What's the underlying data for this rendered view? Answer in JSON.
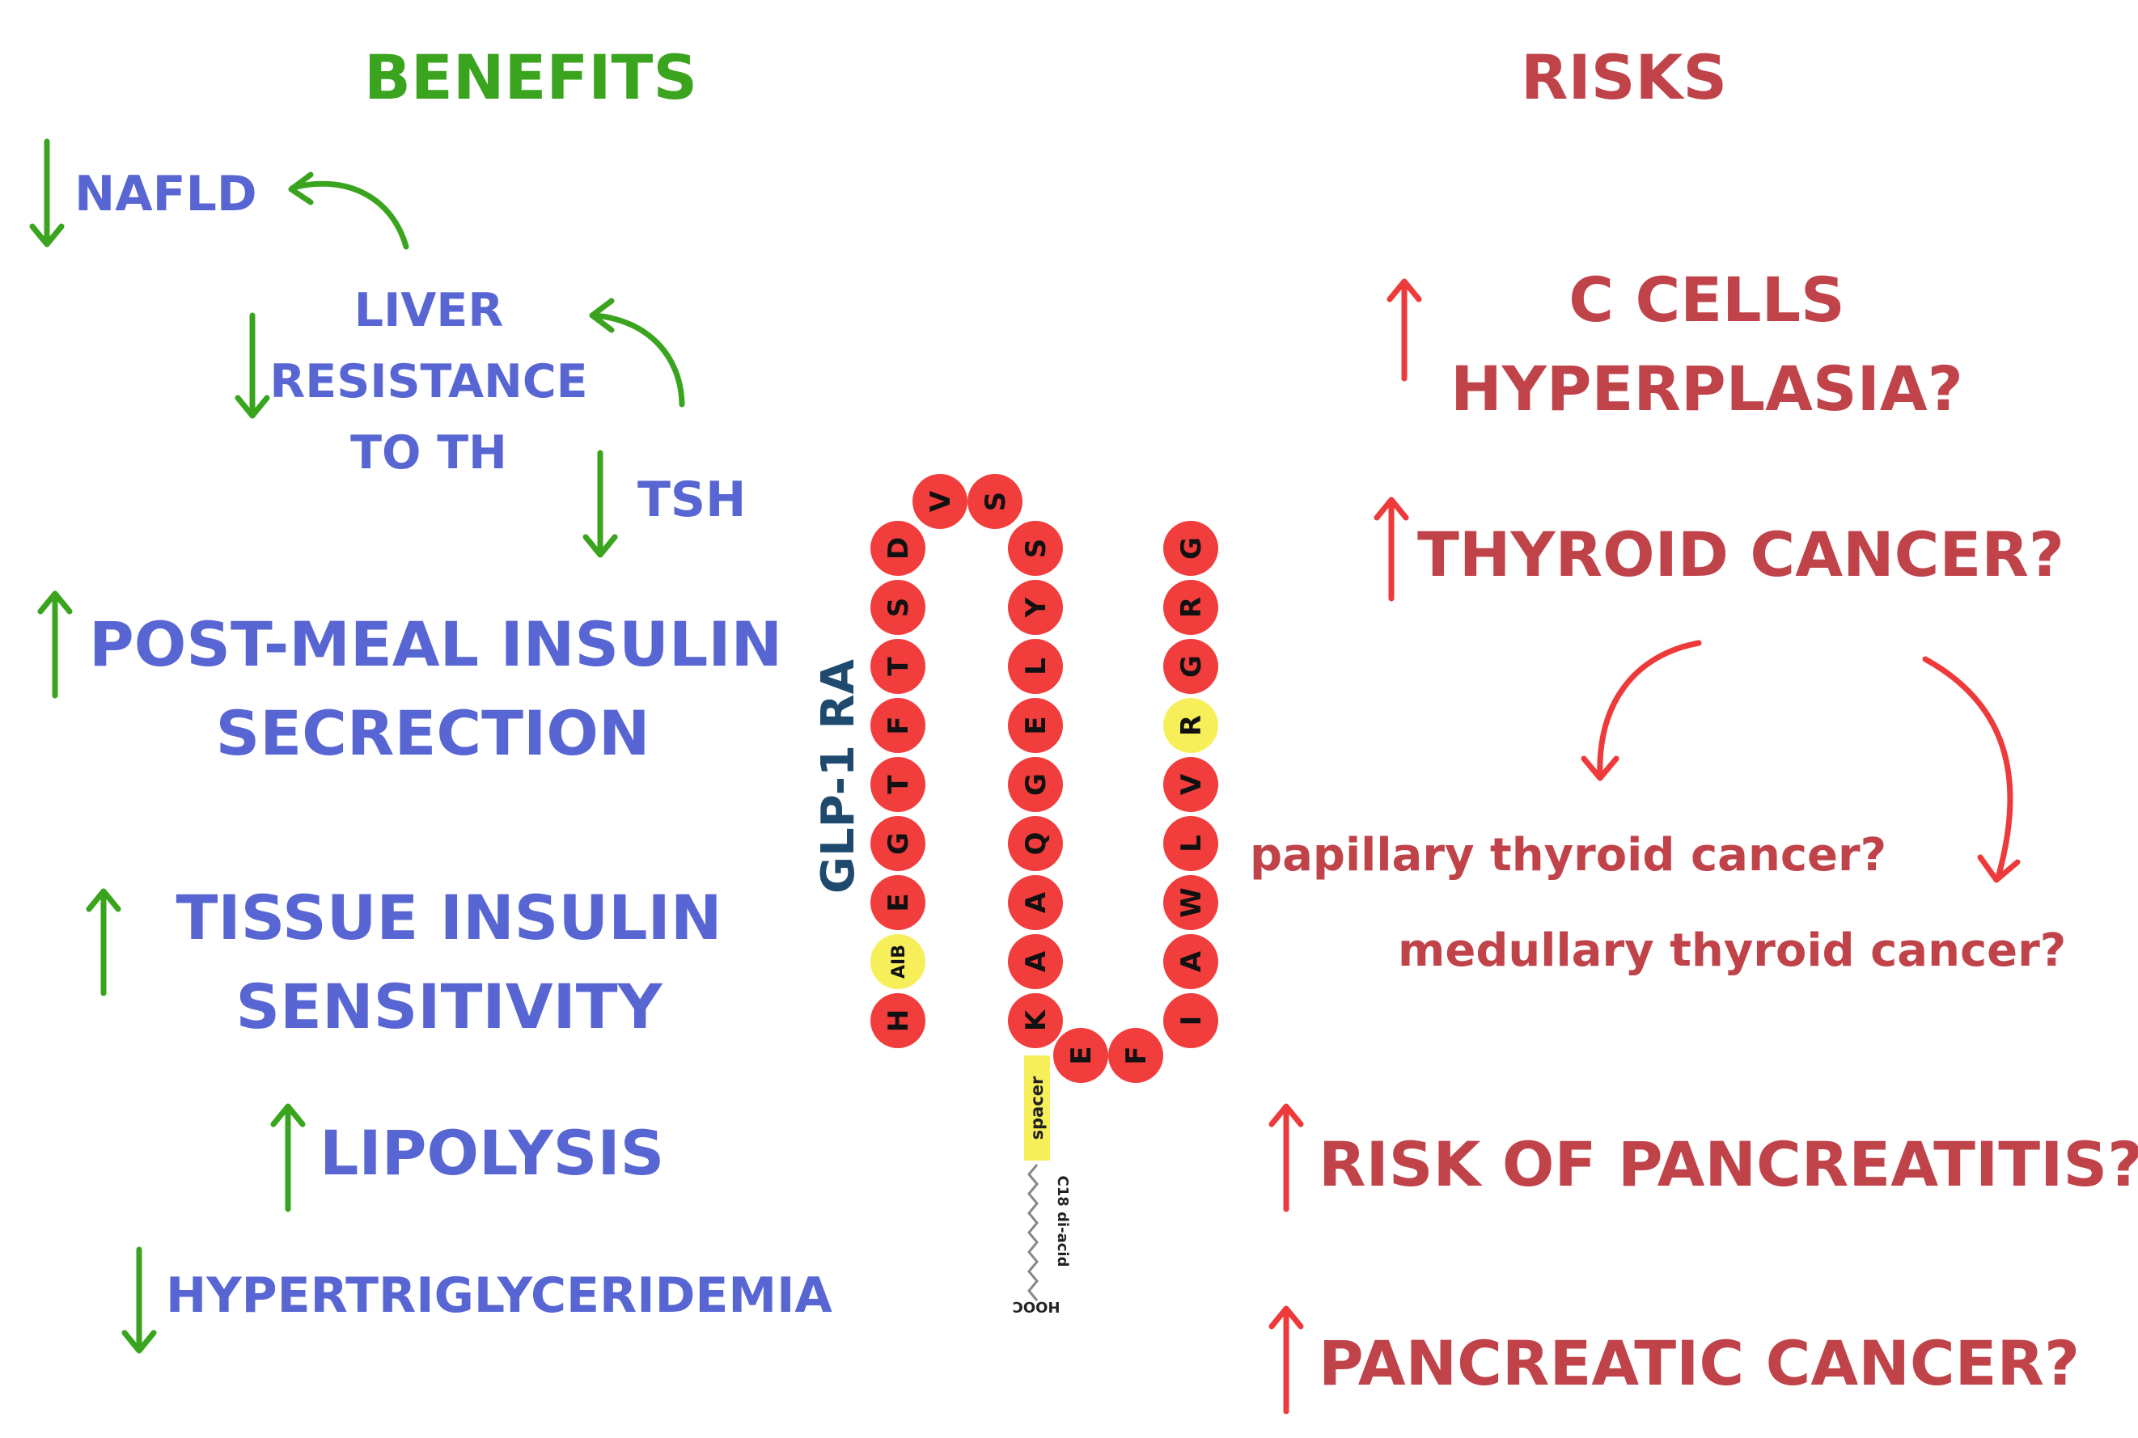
{
  "benefits": {
    "heading": "BENEFITS",
    "nafld": "NAFLD",
    "liver_line1": "LIVER",
    "liver_line2": "RESISTANCE",
    "liver_line3": "TO TH",
    "tsh": "TSH",
    "insulin_secretion_line1": "POST-MEAL INSULIN",
    "insulin_secretion_line2": "SECRECTION",
    "sensitivity_line1": "TISSUE INSULIN",
    "sensitivity_line2": "SENSITIVITY",
    "lipolysis": "LIPOLYSIS",
    "hypertrig": "HYPERTRIGLYCERIDEMIA"
  },
  "risks": {
    "heading": "RISKS",
    "c_cells_line1": "C CELLS",
    "c_cells_line2": "HYPERPLASIA?",
    "thyroid_cancer": "THYROID CANCER?",
    "papillary": "papillary thyroid cancer?",
    "medullary": "medullary thyroid cancer?",
    "pancreatitis": "RISK OF PANCREATITIS?",
    "pancreatic_cancer": "PANCREATIC CANCER?"
  },
  "molecule": {
    "label": "GLP-1 RA",
    "spacer": "spacer",
    "fatty_acid": "C18 di-acid",
    "terminal": "HOOC",
    "col1": [
      "H",
      "AIB",
      "E",
      "G",
      "T",
      "F",
      "T",
      "S",
      "D"
    ],
    "top": [
      "V",
      "S"
    ],
    "col2": [
      "S",
      "Y",
      "L",
      "E",
      "G",
      "Q",
      "A",
      "A",
      "K"
    ],
    "bottom": [
      "E",
      "F"
    ],
    "col3": [
      "I",
      "A",
      "W",
      "L",
      "V",
      "R",
      "G",
      "R",
      "G"
    ],
    "highlighted": [
      "AIB",
      "R"
    ]
  },
  "colors": {
    "benefits_heading": "#3aa41e",
    "risks_heading": "#c0434a",
    "benefit_text": "#5866d3",
    "risk_text": "#c0434a",
    "green_arrow": "#3aa41e",
    "red_arrow": "#ee3a3a",
    "residue": "#f23d3d",
    "highlight_residue": "#f7ef5a",
    "molecule_label": "#1f4a6e"
  },
  "icons": {
    "down_arrow": "green-down-arrow-icon",
    "up_arrow_green": "green-up-arrow-icon",
    "up_arrow_red": "red-up-arrow-icon",
    "curved_arrow": "curved-arrow-icon"
  }
}
